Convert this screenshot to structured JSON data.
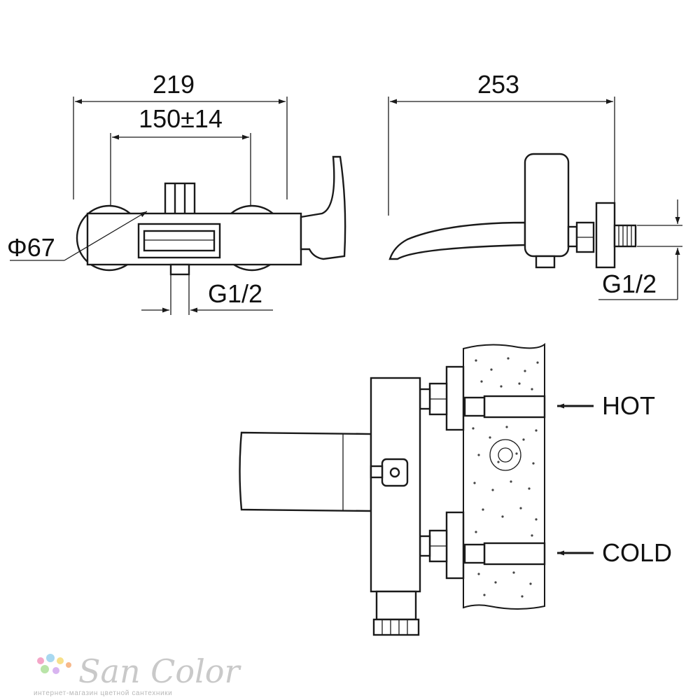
{
  "dimensions": {
    "overall_width": "219",
    "inlet_spacing": "150±14",
    "side_length": "253",
    "flange_diameter": "Φ67",
    "front_thread": "G1/2",
    "side_thread": "G1/2"
  },
  "labels": {
    "hot": "HOT",
    "cold": "COLD"
  },
  "brand": {
    "name": "SanColor",
    "tagline": "интернет-магазин цветной сантехники",
    "dot_colors": [
      "#f4a6c8",
      "#a8d8f0",
      "#f7e08a",
      "#b9e4a8",
      "#d8b4f0",
      "#f7b88a"
    ]
  }
}
